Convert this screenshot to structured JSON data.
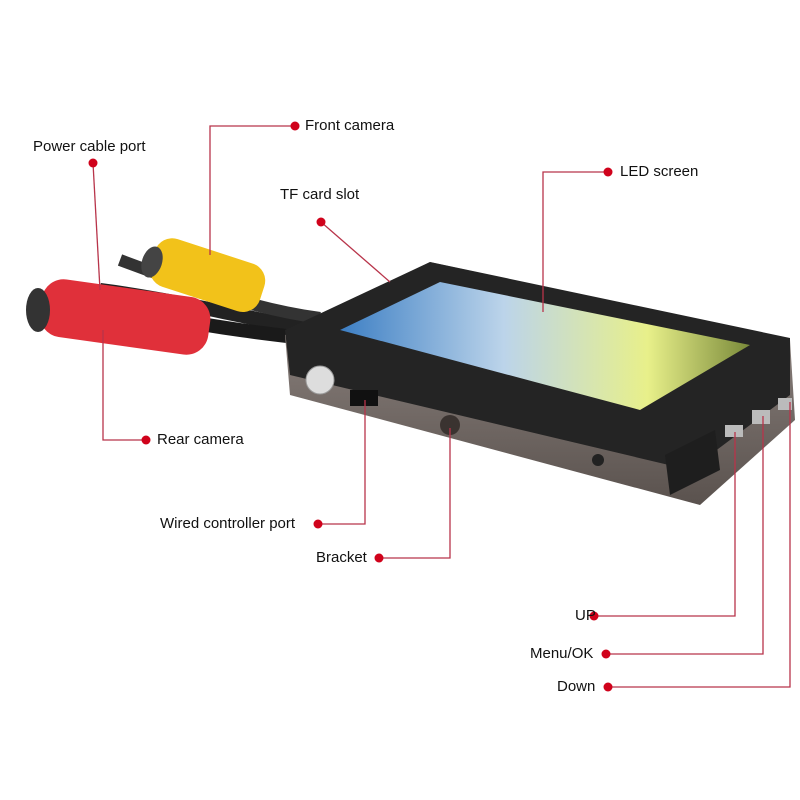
{
  "labels": {
    "power_cable_port": "Power cable port",
    "front_camera": "Front camera",
    "tf_card_slot": "TF card slot",
    "led_screen": "LED screen",
    "rear_camera": "Rear camera",
    "wired_controller_port": "Wired controller port",
    "bracket": "Bracket",
    "up": "UP",
    "menu_ok": "Menu/OK",
    "down": "Down"
  },
  "colors": {
    "callout_line": "#b8344a",
    "callout_dot": "#d0021b",
    "rear_camera_plug": "#e0303a",
    "front_camera_plug": "#f2c21a",
    "device_body": "#2a2a2a",
    "device_frame": "#7a706c"
  }
}
